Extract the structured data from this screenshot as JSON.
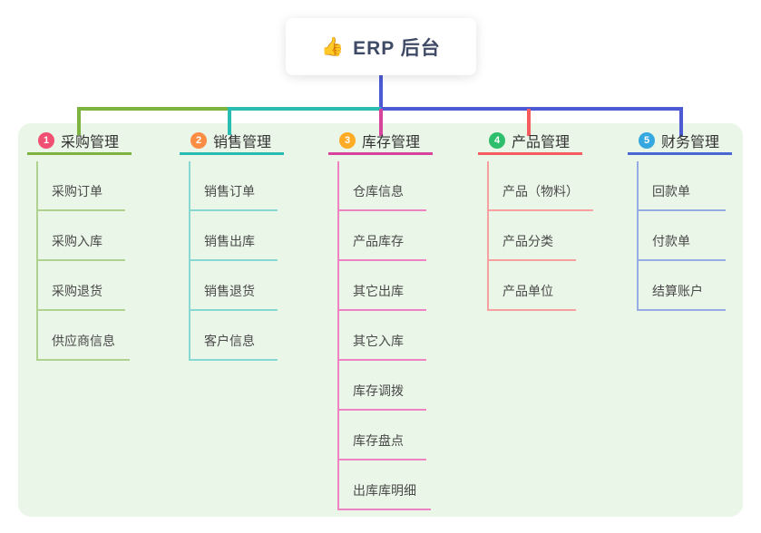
{
  "root": {
    "icon": "thumbs-up-icon",
    "icon_char": "👍",
    "title": "ERP 后台"
  },
  "branches": [
    {
      "index": "1",
      "title": "采购管理",
      "badge_color": "#f05172",
      "line_color": "#7cb43f",
      "child_line_color": "#afd28e",
      "children": [
        "采购订单",
        "采购入库",
        "采购退货",
        "供应商信息"
      ]
    },
    {
      "index": "2",
      "title": "销售管理",
      "badge_color": "#fb8d45",
      "line_color": "#29bdb2",
      "child_line_color": "#86d8d0",
      "children": [
        "销售订单",
        "销售出库",
        "销售退货",
        "客户信息"
      ]
    },
    {
      "index": "3",
      "title": "库存管理",
      "badge_color": "#ffab26",
      "line_color": "#d8439b",
      "child_line_color": "#ee82c3",
      "children": [
        "仓库信息",
        "产品库存",
        "其它出库",
        "其它入库",
        "库存调拨",
        "库存盘点",
        "出库库明细"
      ]
    },
    {
      "index": "4",
      "title": "产品管理",
      "badge_color": "#2ebf6d",
      "line_color": "#f45c5d",
      "child_line_color": "#f8a0a0",
      "children": [
        "产品（物料）",
        "产品分类",
        "产品单位"
      ]
    },
    {
      "index": "5",
      "title": "财务管理",
      "badge_color": "#35a8e0",
      "line_color": "#4a68d4",
      "child_line_color": "#97abe4",
      "children": [
        "回款单",
        "付款单",
        "结算账户"
      ]
    }
  ],
  "colors": {
    "trunk_blue": "#4c5bd4",
    "panel_background": "#eaf6e7",
    "canvas_background": "#ffffff",
    "branch_title_text": "#333333",
    "child_text": "#4a4a4a",
    "root_text": "#3f4a66"
  }
}
